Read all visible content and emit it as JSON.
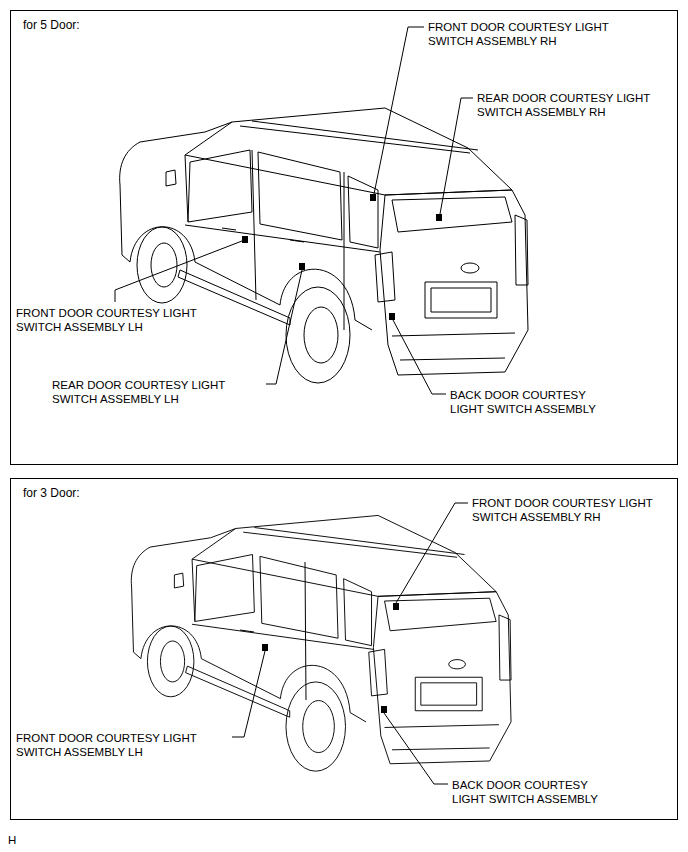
{
  "diagram": {
    "nodes": [
      {
        "text": [
          "for 5 Door:"
        ]
      },
      {
        "text": [
          "for 3 Door:"
        ]
      }
    ],
    "labels": [
      "FRONT DOOR COURTESY LIGHT SWITCH ASSEMBLY RH",
      "REAR DOOR COURTESY LIGHT SWITCH ASSEMBLY RH",
      "FRONT DOOR COURTESY LIGHT SWITCH ASSEMBLY LH",
      "REAR DOOR COURTESY LIGHT SWITCH ASSEMBLY LH",
      "BACK DOOR COURTESY LIGHT SWITCH ASSEMBLY",
      "FRONT DOOR COURTESY LIGHT SWITCH ASSEMBLY RH",
      "FRONT DOOR COURTESY LIGHT SWITCH ASSEMBLY LH",
      "BACK DOOR COURTESY LIGHT SWITCH ASSEMBLY",
      "H"
    ]
  }
}
